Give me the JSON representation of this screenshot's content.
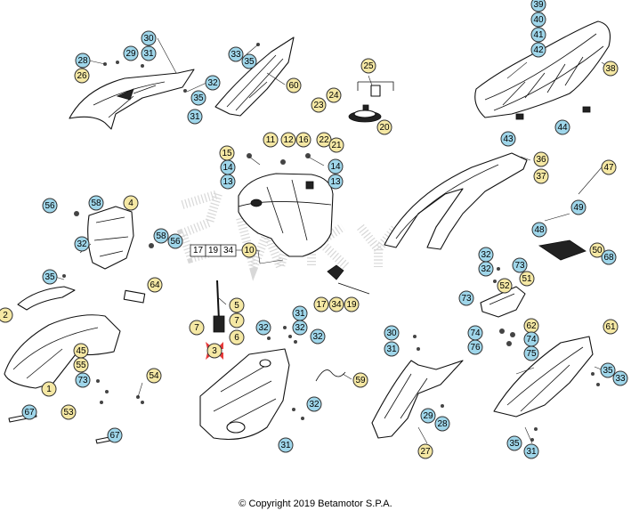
{
  "copyright": "© Copyright 2019 Betamotor S.P.A.",
  "colors": {
    "callout_blue": "#9fd6ea",
    "callout_yellow": "#f5e8a4",
    "highlight_red": "#e83a3a"
  },
  "groups": [
    {
      "text": "17"
    },
    {
      "text": "19"
    },
    {
      "text": "34"
    }
  ],
  "callouts": [
    {
      "text": "30",
      "color": "blue"
    },
    {
      "text": "29",
      "color": "blue"
    },
    {
      "text": "31",
      "color": "blue"
    },
    {
      "text": "28",
      "color": "blue"
    },
    {
      "text": "26",
      "color": "yellow"
    },
    {
      "text": "32",
      "color": "blue"
    },
    {
      "text": "35",
      "color": "blue"
    },
    {
      "text": "31",
      "color": "blue"
    },
    {
      "text": "33",
      "color": "blue"
    },
    {
      "text": "35",
      "color": "blue"
    },
    {
      "text": "60",
      "color": "yellow"
    },
    {
      "text": "25",
      "color": "yellow"
    },
    {
      "text": "24",
      "color": "yellow"
    },
    {
      "text": "23",
      "color": "yellow"
    },
    {
      "text": "20",
      "color": "yellow"
    },
    {
      "text": "22",
      "color": "yellow"
    },
    {
      "text": "21",
      "color": "yellow"
    },
    {
      "text": "39",
      "color": "blue"
    },
    {
      "text": "40",
      "color": "blue"
    },
    {
      "text": "41",
      "color": "blue"
    },
    {
      "text": "42",
      "color": "blue"
    },
    {
      "text": "38",
      "color": "yellow"
    },
    {
      "text": "43",
      "color": "blue"
    },
    {
      "text": "44",
      "color": "blue"
    },
    {
      "text": "11",
      "color": "yellow"
    },
    {
      "text": "12",
      "color": "yellow"
    },
    {
      "text": "16",
      "color": "yellow"
    },
    {
      "text": "15",
      "color": "yellow"
    },
    {
      "text": "14",
      "color": "blue"
    },
    {
      "text": "13",
      "color": "blue"
    },
    {
      "text": "14",
      "color": "blue"
    },
    {
      "text": "13",
      "color": "blue"
    },
    {
      "text": "10",
      "color": "yellow"
    },
    {
      "text": "36",
      "color": "yellow"
    },
    {
      "text": "37",
      "color": "yellow"
    },
    {
      "text": "47",
      "color": "yellow"
    },
    {
      "text": "49",
      "color": "blue"
    },
    {
      "text": "48",
      "color": "blue"
    },
    {
      "text": "50",
      "color": "yellow"
    },
    {
      "text": "68",
      "color": "blue"
    },
    {
      "text": "51",
      "color": "yellow"
    },
    {
      "text": "56",
      "color": "blue"
    },
    {
      "text": "58",
      "color": "blue"
    },
    {
      "text": "4",
      "color": "yellow"
    },
    {
      "text": "32",
      "color": "blue"
    },
    {
      "text": "58",
      "color": "blue"
    },
    {
      "text": "56",
      "color": "blue"
    },
    {
      "text": "35",
      "color": "blue"
    },
    {
      "text": "2",
      "color": "yellow"
    },
    {
      "text": "64",
      "color": "yellow"
    },
    {
      "text": "5",
      "color": "yellow"
    },
    {
      "text": "7",
      "color": "yellow"
    },
    {
      "text": "7",
      "color": "yellow"
    },
    {
      "text": "6",
      "color": "yellow"
    },
    {
      "text": "3",
      "color": "yellow"
    },
    {
      "text": "17",
      "color": "yellow"
    },
    {
      "text": "34",
      "color": "yellow"
    },
    {
      "text": "19",
      "color": "yellow"
    },
    {
      "text": "32",
      "color": "blue"
    },
    {
      "text": "73",
      "color": "blue"
    },
    {
      "text": "73",
      "color": "blue"
    },
    {
      "text": "52",
      "color": "yellow"
    },
    {
      "text": "62",
      "color": "yellow"
    },
    {
      "text": "74",
      "color": "blue"
    },
    {
      "text": "76",
      "color": "blue"
    },
    {
      "text": "74",
      "color": "blue"
    },
    {
      "text": "75",
      "color": "blue"
    },
    {
      "text": "61",
      "color": "yellow"
    },
    {
      "text": "35",
      "color": "blue"
    },
    {
      "text": "33",
      "color": "blue"
    },
    {
      "text": "30",
      "color": "blue"
    },
    {
      "text": "31",
      "color": "blue"
    },
    {
      "text": "29",
      "color": "blue"
    },
    {
      "text": "28",
      "color": "blue"
    },
    {
      "text": "27",
      "color": "yellow"
    },
    {
      "text": "32",
      "color": "blue"
    },
    {
      "text": "35",
      "color": "blue"
    },
    {
      "text": "31",
      "color": "blue"
    },
    {
      "text": "31",
      "color": "blue"
    },
    {
      "text": "32",
      "color": "blue"
    },
    {
      "text": "32",
      "color": "blue"
    },
    {
      "text": "32",
      "color": "blue"
    },
    {
      "text": "32",
      "color": "blue"
    },
    {
      "text": "31",
      "color": "blue"
    },
    {
      "text": "59",
      "color": "yellow"
    },
    {
      "text": "1",
      "color": "yellow"
    },
    {
      "text": "45",
      "color": "yellow"
    },
    {
      "text": "55",
      "color": "yellow"
    },
    {
      "text": "73",
      "color": "blue"
    },
    {
      "text": "53",
      "color": "yellow"
    },
    {
      "text": "54",
      "color": "yellow"
    },
    {
      "text": "67",
      "color": "blue"
    },
    {
      "text": "67",
      "color": "blue"
    }
  ]
}
